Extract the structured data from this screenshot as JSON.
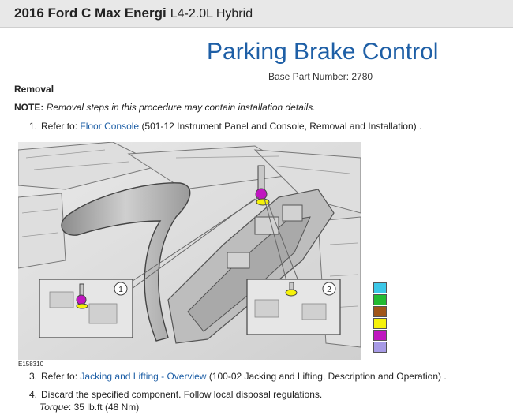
{
  "header": {
    "model": "2016 Ford C Max Energi",
    "engine": "L4-2.0L Hybrid"
  },
  "document": {
    "title": "Parking Brake Control",
    "base_part": "Base Part Number: 2780",
    "section": "Removal",
    "note_label": "NOTE:",
    "note_text": "Removal steps in this procedure may contain installation details."
  },
  "steps": [
    {
      "number": "1.",
      "prefix": "Refer to:",
      "link": "Floor Console",
      "suffix": "(501-12 Instrument Panel and Console, Removal and Installation) ."
    },
    {
      "number": "3.",
      "prefix": "Refer to:",
      "link": "Jacking and Lifting - Overview",
      "suffix": "(100-02 Jacking and Lifting, Description and Operation) ."
    },
    {
      "number": "4.",
      "text": "Discard the specified component. Follow local disposal regulations.",
      "torque_label": "Torque",
      "torque_value": ": 35 lb.ft (48 Nm)"
    }
  ],
  "figure": {
    "id": "E158310",
    "callouts": [
      "1",
      "2"
    ]
  },
  "legend_colors": [
    "#3cc8e8",
    "#22bb33",
    "#a0561a",
    "#f6f20a",
    "#c016c0",
    "#a79ae6"
  ]
}
